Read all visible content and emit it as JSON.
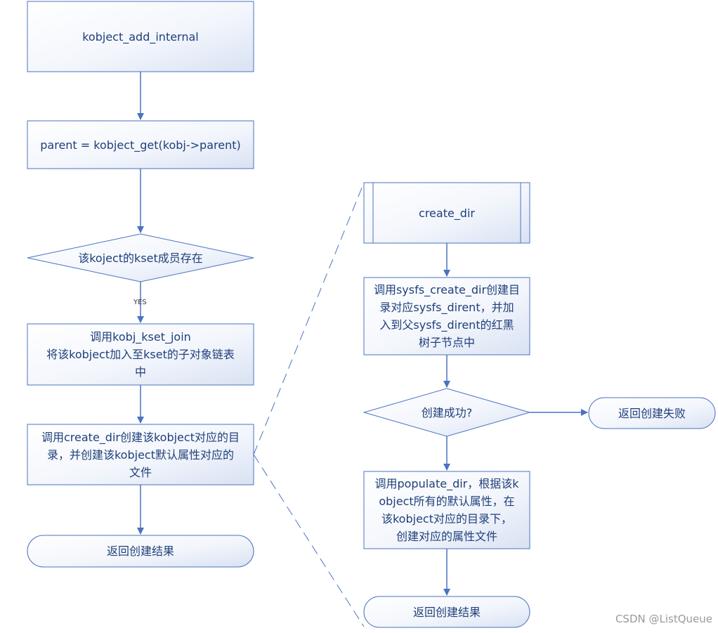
{
  "colors": {
    "stroke": "#4a73c0",
    "arrow": "#4a73c0",
    "text": "#1f3f7a",
    "fill_light": "#ffffff",
    "fill_dark": "#dbe3f3",
    "dashed": "#4a73c0"
  },
  "left_flow": {
    "node1": "kobject_add_internal",
    "node2": "parent = kobject_get(kobj->parent)",
    "decision": "该koject的kset成员存在",
    "yes_label": "YES",
    "node3": "调用kobj_kset_join\n将该kobject加入至kset的子对象链表\n中",
    "node4": "调用create_dir创建该kobject对应的目\n录，并创建该kobject默认属性对应的\n文件",
    "end": "返回创建结果"
  },
  "right_flow": {
    "subprocess": "create_dir",
    "node1": "调用sysfs_create_dir创建目\n录对应sysfs_dirent，并加\n入到父sysfs_dirent的红黑\n树子节点中",
    "decision": "创建成功?",
    "fail": "返回创建失败",
    "node2": "调用populate_dir，根据该k\nobject所有的默认属性，在\n该kobject对应的目录下，\n创建对应的属性文件",
    "end": "返回创建结果"
  },
  "watermark": "CSDN @ListQueue"
}
